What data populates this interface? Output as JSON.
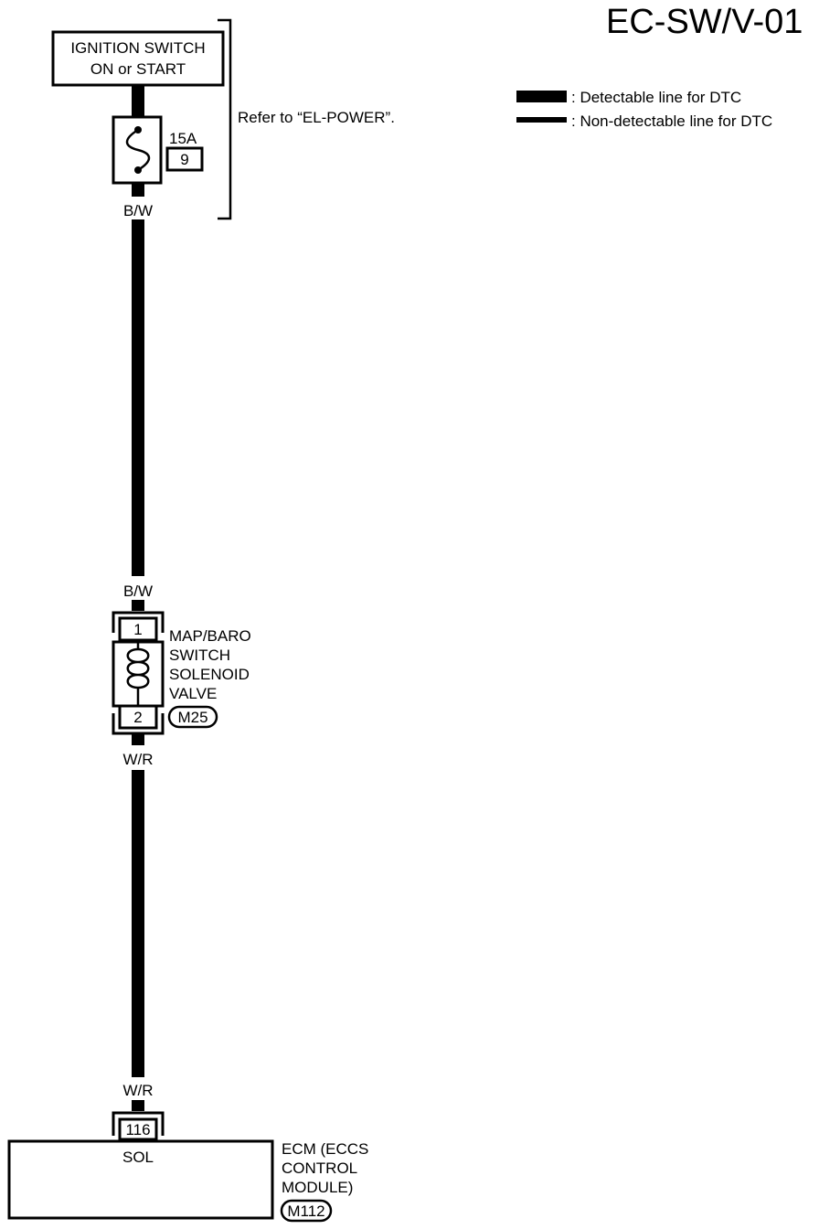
{
  "diagram": {
    "title": "EC-SW/V-01",
    "legend": {
      "detectable": ": Detectable line for DTC",
      "non_detectable": ": Non-detectable line for DTC"
    },
    "ignition_switch": {
      "line1": "IGNITION SWITCH",
      "line2": "ON or START"
    },
    "refer_note": "Refer to “EL-POWER”.",
    "fuse": {
      "rating": "15A",
      "number": "9"
    },
    "wires": {
      "top_upper": "B/W",
      "top_lower": "B/W",
      "bottom_upper": "W/R",
      "bottom_lower": "W/R"
    },
    "solenoid": {
      "pin_top": "1",
      "pin_bottom": "2",
      "line1": "MAP/BARO",
      "line2": "SWITCH",
      "line3": "SOLENOID",
      "line4": "VALVE",
      "connector": "M25"
    },
    "ecm": {
      "pin": "116",
      "terminal": "SOL",
      "line1": "ECM (ECCS",
      "line2": "CONTROL",
      "line3": "MODULE)",
      "connector": "M112"
    }
  }
}
